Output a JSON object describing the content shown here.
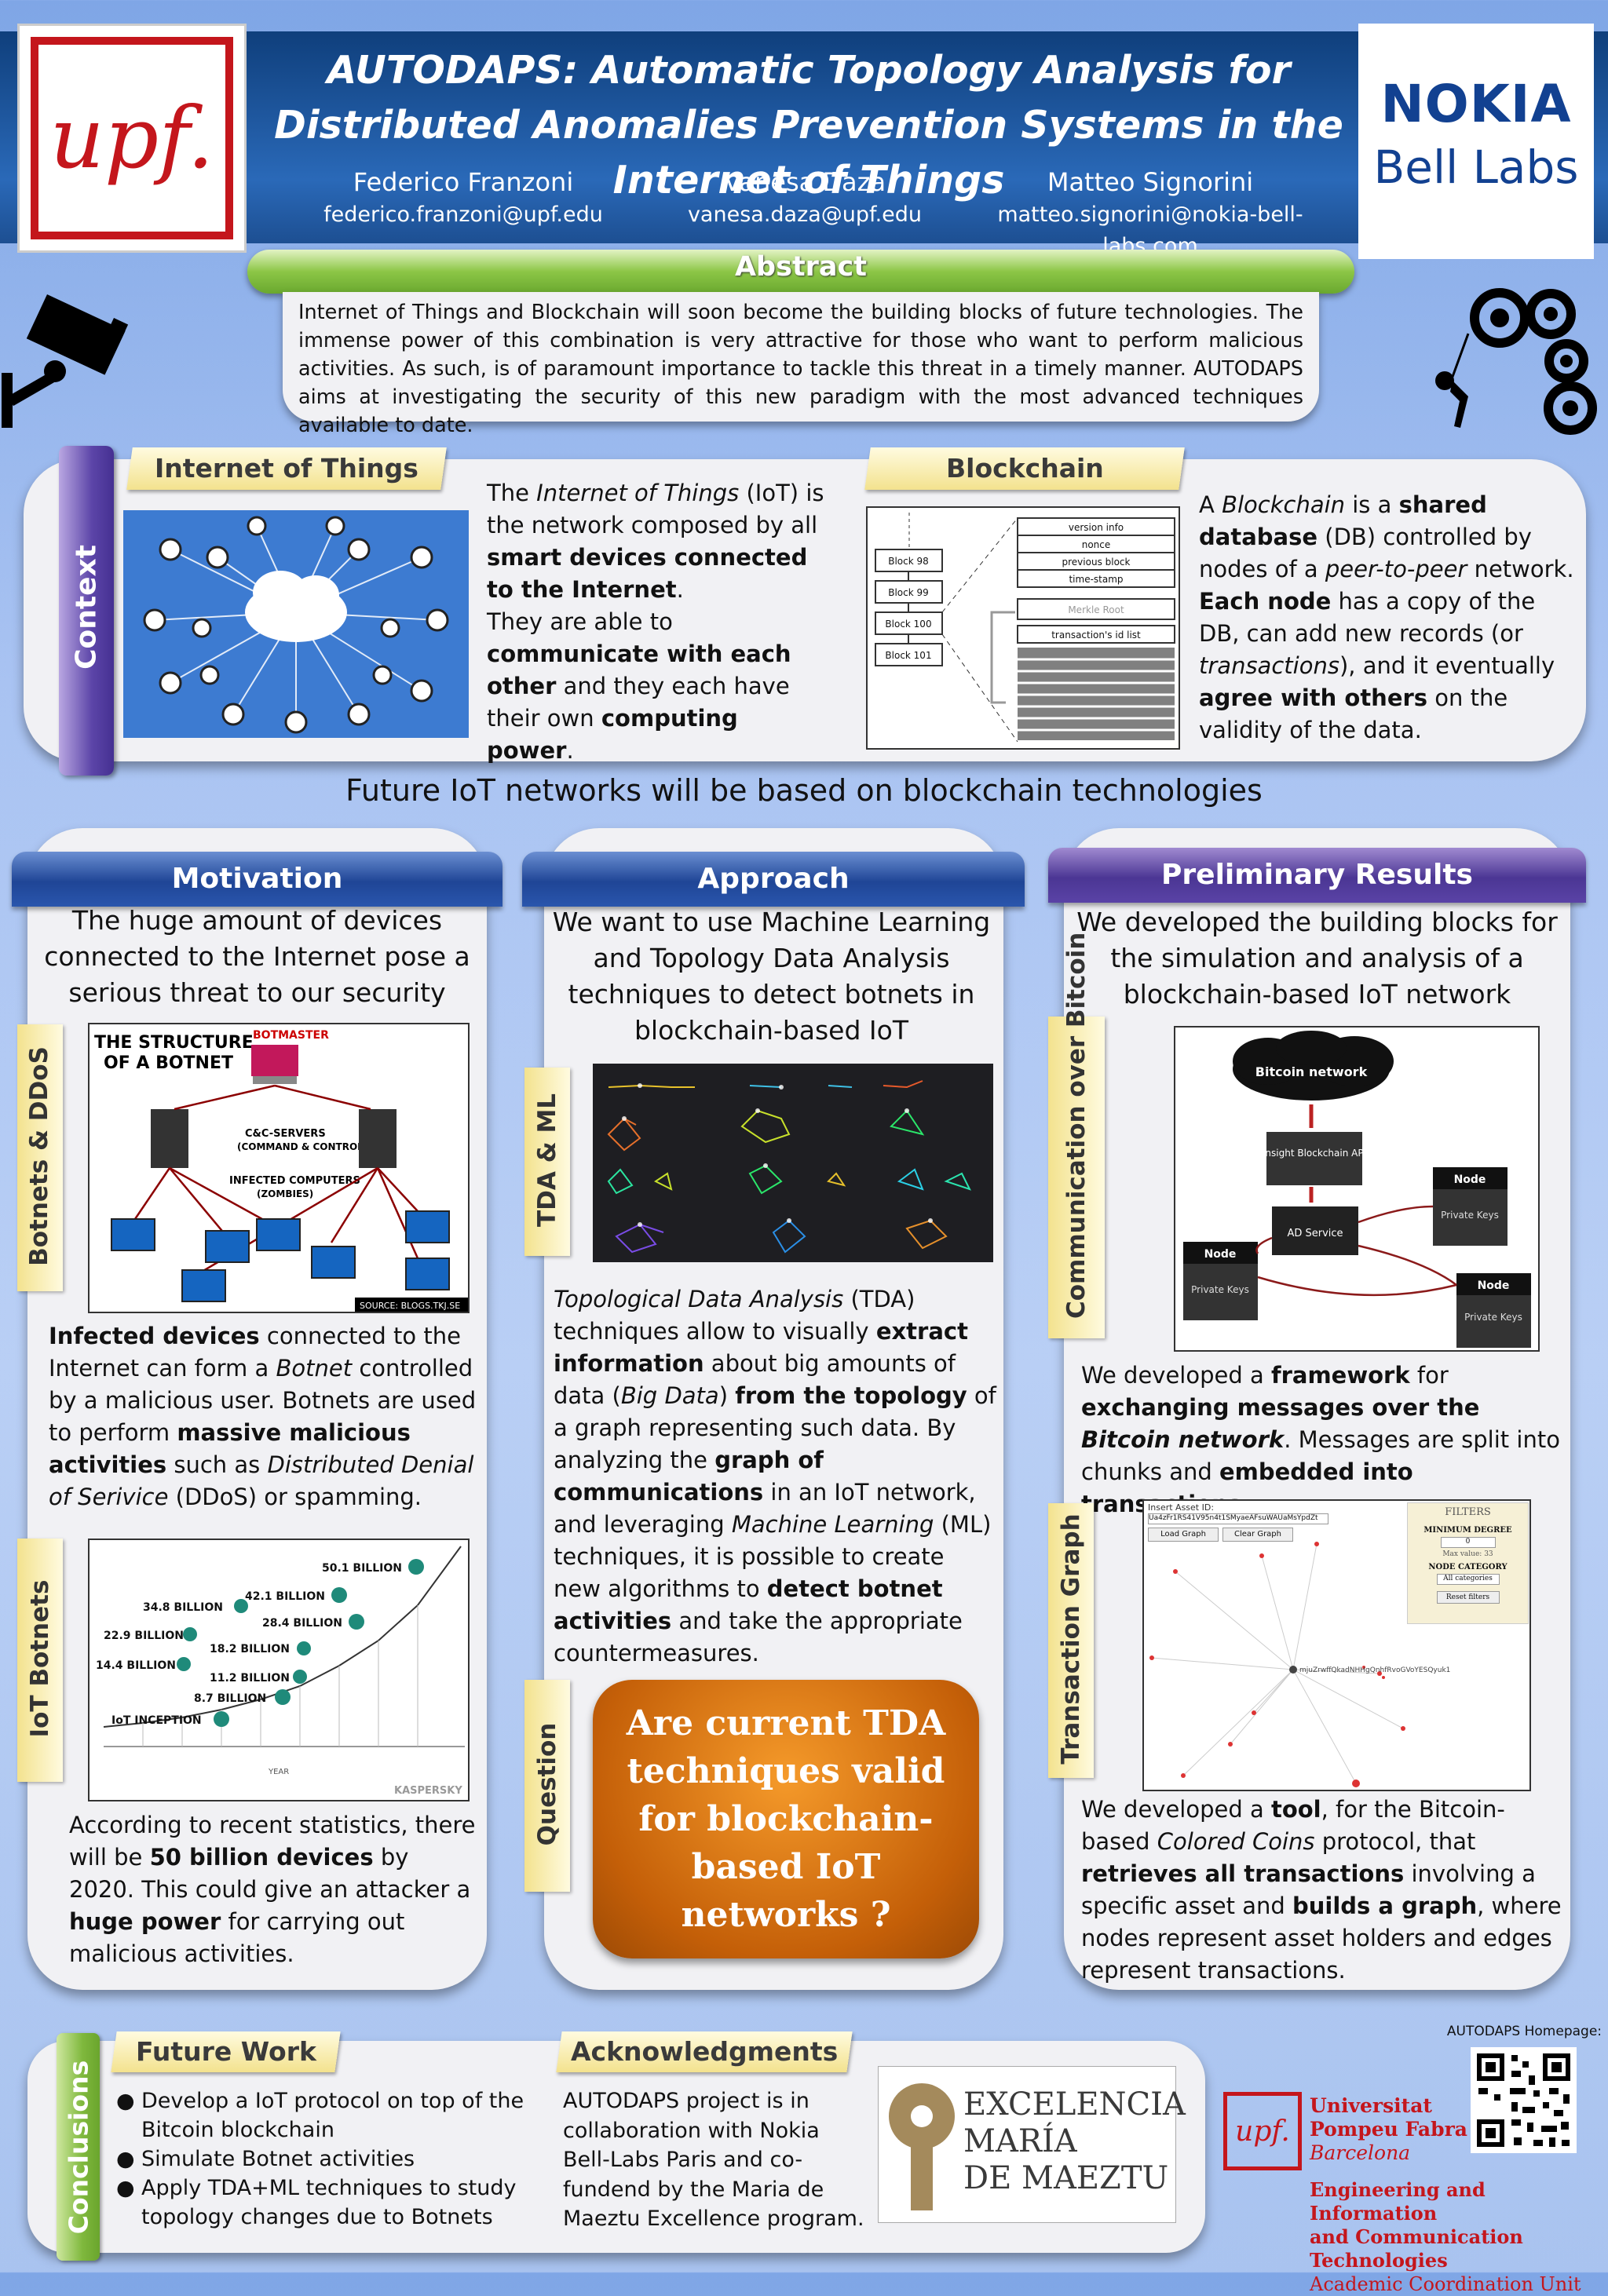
{
  "header": {
    "title": "AUTODAPS: Automatic Topology Analysis for Distributed Anomalies Prevention Systems in the Internet of Things",
    "authors": [
      {
        "name": "Federico Franzoni",
        "email": "federico.franzoni@upf.edu"
      },
      {
        "name": "Vanesa Daza",
        "email": "vanesa.daza@upf.edu"
      },
      {
        "name": "Matteo Signorini",
        "email": "matteo.signorini@nokia-bell-labs.com"
      }
    ],
    "logo_left": "upf.",
    "logo_right_top": "NOKIA",
    "logo_right_bottom": "Bell Labs"
  },
  "abstract": {
    "heading": "Abstract",
    "text": "Internet of Things and Blockchain will soon become the building blocks of future technologies. The immense power of this combination is very attractive for those who want to perform malicious activities. As such, is of paramount importance to tackle this threat in a timely manner. AUTODAPS aims at investigating the security of this new paradigm with the most advanced techniques available to date."
  },
  "context": {
    "tab": "Context",
    "iot": {
      "heading": "Internet of Things",
      "p1_pre": "The ",
      "p1_it": "Internet of Things",
      "p1_mid": " (IoT) is the network composed by all ",
      "p1_b": "smart devices connected to the Internet",
      "p1_end": ".",
      "p2_pre": "They are able to ",
      "p2_b1": "communicate with each other",
      "p2_mid": " and they each have their own ",
      "p2_b2": "computing power",
      "p2_end": "."
    },
    "blockchain": {
      "heading": "Blockchain",
      "blocks": [
        "Block 98",
        "Block 99",
        "Block 100",
        "Block 101"
      ],
      "fields": [
        "version info",
        "nonce",
        "previous block",
        "time-stamp",
        "Merkle Root",
        "transaction's id list"
      ],
      "t1": "A ",
      "t2": "Blockchain",
      "t3": " is a ",
      "t4": "shared database",
      "t5": " (DB) controlled by nodes of a ",
      "t6": "peer-to-peer",
      "t7": " network. ",
      "t8": "Each node",
      "t9": " has a copy of the DB, can add new records (or ",
      "t10": "transactions",
      "t11": "), and it eventually ",
      "t12": "agree with others",
      "t13": " on the validity of the data."
    }
  },
  "tagline": "Future IoT networks will be based on blockchain technologies",
  "motivation": {
    "heading": "Motivation",
    "lead": "The huge amount of devices connected to the Internet pose a serious threat to our security",
    "tab1": "Botnets & DDoS",
    "botnet_img": {
      "title1": "THE STRUCTURE",
      "title2": "OF A BOTNET",
      "master": "BOTMASTER",
      "cc1": "C&C-SERVERS",
      "cc2": "(COMMAND & CONTROL)",
      "inf1": "INFECTED COMPUTERS",
      "inf2": "(ZOMBIES)",
      "src": "SOURCE: BLOGS.TKJ.SE"
    },
    "p1": [
      "Infected devices",
      " connected to the Internet can form a ",
      "Botnet",
      " controlled by a malicious user. Botnets are used to perform ",
      "massive malicious activities",
      " such as ",
      "Distributed Denial of Serivice",
      " (DDoS) or spamming."
    ],
    "tab2": "IoT Botnets",
    "stat_img": {
      "labels": [
        "50.1 BILLION",
        "42.1 BILLION",
        "34.8 BILLION",
        "28.4 BILLION",
        "22.9 BILLION",
        "18.2 BILLION",
        "14.4 BILLION",
        "11.2 BILLION",
        "8.7 BILLION",
        "IoT INCEPTION"
      ],
      "xlabel": "YEAR",
      "brand": "KASPERSKY"
    },
    "p2": [
      "According to recent statistics, there will be ",
      "50 billion devices",
      " by 2020. This could give an attacker a ",
      "huge power",
      " for carrying out malicious activities."
    ]
  },
  "approach": {
    "heading": "Approach",
    "lead": "We want to use Machine Learning and Topology Data Analysis techniques to detect botnets in blockchain-based IoT",
    "tab1": "TDA & ML",
    "p1": [
      "Topological Data Analysis",
      " (TDA) techniques allow to visually ",
      "extract information",
      " about big amounts of data (",
      "Big Data",
      ") ",
      "from the topology",
      " of a graph representing such data. By analyzing the ",
      "graph of communications",
      " in an IoT network, and leveraging ",
      "Machine Learning",
      " (ML) techniques, it is possible to create new algorithms to ",
      "detect botnet activities",
      " and take the appropriate countermeasures."
    ],
    "tab2": "Question",
    "question": "Are current TDA techniques valid for blockchain-based IoT networks ?"
  },
  "results": {
    "heading": "Preliminary Results",
    "lead": "We developed the building blocks for the simulation and analysis of a blockchain-based IoT network",
    "tab1": "Communication over Bitcoin",
    "diagram": {
      "cloud": "Bitcoin network",
      "api": "Insight Blockchain API",
      "ad": "AD Service",
      "node": "Node",
      "keys": "Private Keys"
    },
    "p1": [
      "We developed a ",
      "framework",
      " for ",
      "exchanging messages over the ",
      "Bitcoin network",
      ". Messages are split into chunks and ",
      "embedded into transactions",
      "."
    ],
    "tab2": "Transaction Graph",
    "graph_ui": {
      "insert": "Insert Asset ID:",
      "asset": "Ua4zFr1RS41V95n4t1SMyaeAFsuWAUaMsYpdZt",
      "load": "Load Graph",
      "clear": "Clear Graph",
      "filters": "FILTERS",
      "min_degree": "MINIMUM DEGREE",
      "max_value": "Max value: 33",
      "stepper": "0",
      "node_cat": "NODE CATEGORY",
      "all_cat": "All categories",
      "reset": "Reset filters",
      "center": "mjuZrwffQkadNHHgQnhfRvoGVoYESQyuk1"
    },
    "p2": [
      "We developed a ",
      "tool",
      ", for the Bitcoin-based ",
      "Colored Coins",
      " protocol, that ",
      "retrieves all transactions",
      " involving a specific asset and ",
      "builds a graph",
      ", where nodes represent asset holders and edges represent transactions."
    ]
  },
  "conclusions": {
    "tab": "Conclusions",
    "future_heading": "Future Work",
    "future_items": [
      "Develop a IoT protocol on top of the Bitcoin blockchain",
      "Simulate Botnet activities",
      "Apply TDA+ML techniques to study topology changes due to Botnets"
    ],
    "ack_heading": "Acknowledgments",
    "ack_text": "AUTODAPS project is in collaboration with Nokia Bell-Labs Paris and co-fundend by the Maria de Maeztu Excellence program.",
    "maeztu": [
      "EXCELENCIA",
      "MARÍA",
      "DE MAEZTU"
    ]
  },
  "footer": {
    "homepage": "AUTODAPS Homepage:",
    "upf_logo": "upf.",
    "uni1": "Universitat",
    "uni2": "Pompeu Fabra",
    "uni3": "Barcelona",
    "unit1": "Engineering and Information",
    "unit2": "and Communication Technologies",
    "unit3": "Academic Coordination Unit"
  },
  "colors": {
    "header_blue": "#1d4f92",
    "abstract_green": "#8cc646",
    "panel_bg": "#f1f1f4",
    "tab_yellow": "#f3e28e",
    "results_purple": "#4b3694",
    "question_orange": "#d06a0a",
    "upf_red": "#c4161c"
  },
  "icons": [
    "security-camera-icon",
    "gears-icon",
    "cloud-icon",
    "qr-code-icon"
  ]
}
